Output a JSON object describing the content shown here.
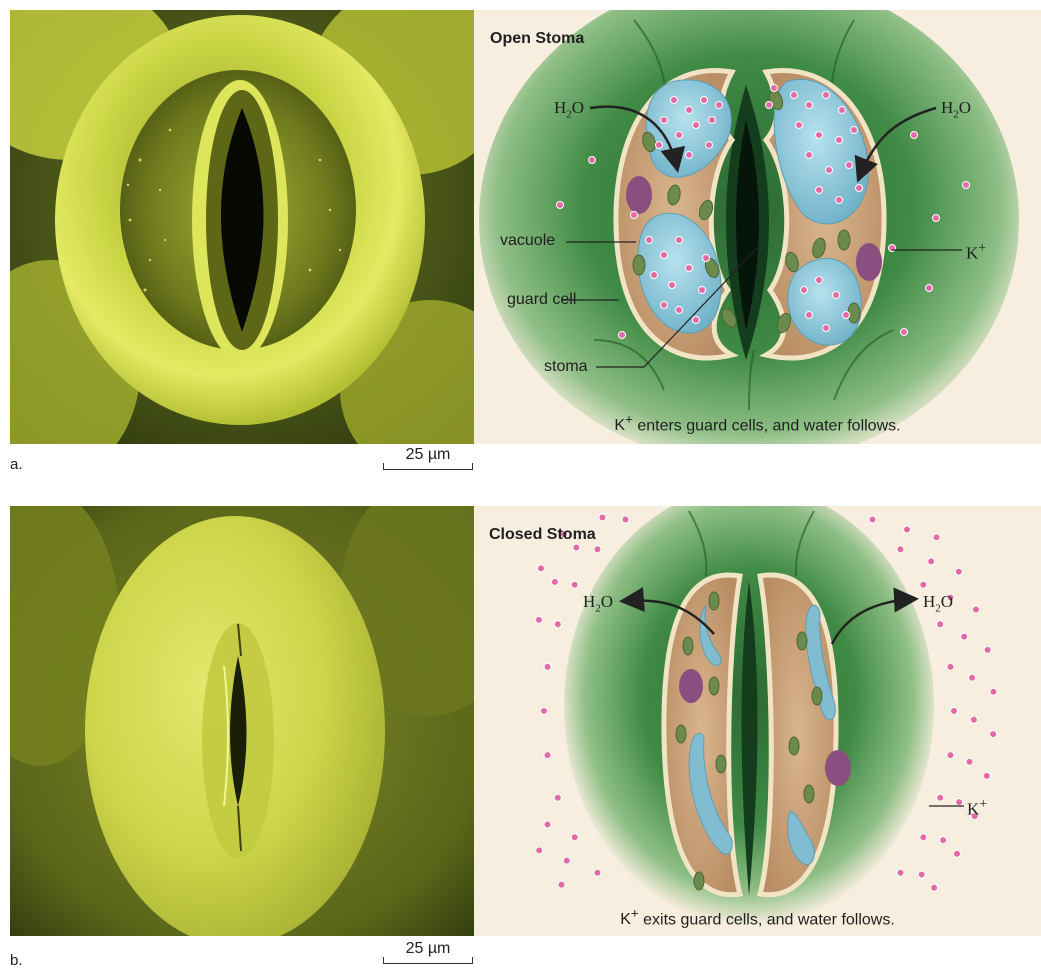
{
  "panel_a": {
    "letter": "a.",
    "scale_bar": "25 µm",
    "title": "Open Stoma",
    "labels": {
      "h2o_left": "H",
      "h2o_right": "H",
      "vacuole": "vacuole",
      "guard_cell": "guard cell",
      "stoma": "stoma",
      "k_plus": "K"
    },
    "caption_rest": " enters guard cells, and water follows."
  },
  "panel_b": {
    "letter": "b.",
    "scale_bar": "25 µm",
    "title": "Closed Stoma",
    "labels": {
      "h2o_left": "H",
      "h2o_right": "H",
      "k_plus": "K"
    },
    "caption_rest": " exits guard cells, and water follows."
  },
  "chemistry": {
    "sub": "2",
    "o": "O",
    "k": "K",
    "sup": "+"
  },
  "colors": {
    "sem_yellow": "#d8e04a",
    "sem_dark": "#2e3a12",
    "leaf_green": "#3f8a45",
    "cell_tan": "#c9a27a",
    "vacuole_blue": "#8fc9dc",
    "potassium_pink": "#e46aa6",
    "panel_bg": "#f8eedf"
  }
}
